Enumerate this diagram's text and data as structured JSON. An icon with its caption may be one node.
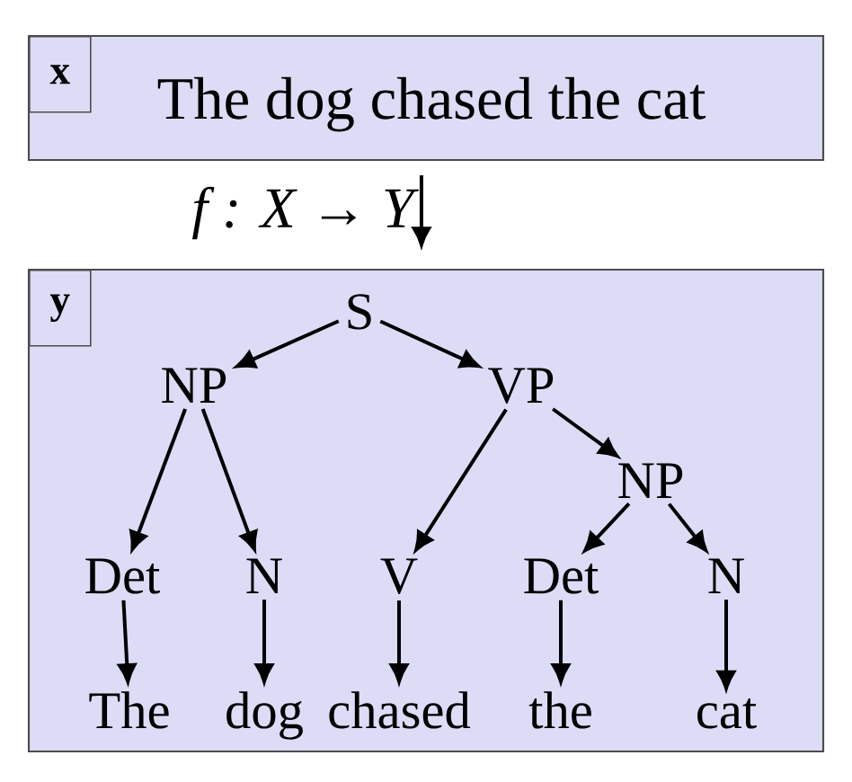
{
  "diagram": {
    "nodes": [
      {
        "text": [
          "x",
          "The dog chased the cat"
        ]
      },
      {
        "text": [
          "y"
        ]
      },
      {
        "text": [
          "S"
        ],
        "in": 1
      },
      {
        "text": [
          "NP"
        ],
        "in": 1
      },
      {
        "text": [
          "VP"
        ],
        "in": 1
      },
      {
        "text": [
          "NP"
        ],
        "in": 1
      },
      {
        "text": [
          "Det"
        ],
        "in": 1
      },
      {
        "text": [
          "N"
        ],
        "in": 1
      },
      {
        "text": [
          "V"
        ],
        "in": 1
      },
      {
        "text": [
          "Det"
        ],
        "in": 1
      },
      {
        "text": [
          "N"
        ],
        "in": 1
      },
      {
        "text": [
          "The"
        ],
        "in": 1
      },
      {
        "text": [
          "dog"
        ],
        "in": 1
      },
      {
        "text": [
          "chased"
        ],
        "in": 1
      },
      {
        "text": [
          "the"
        ],
        "in": 1
      },
      {
        "text": [
          "cat"
        ],
        "in": 1
      }
    ],
    "edges": [
      {
        "from": 0,
        "to": 1,
        "arrow": "to",
        "label": "f : X → Y"
      },
      {
        "from": 2,
        "to": 3,
        "arrow": "to"
      },
      {
        "from": 2,
        "to": 4,
        "arrow": "to"
      },
      {
        "from": 3,
        "to": 6,
        "arrow": "to"
      },
      {
        "from": 3,
        "to": 7,
        "arrow": "to"
      },
      {
        "from": 4,
        "to": 8,
        "arrow": "to"
      },
      {
        "from": 4,
        "to": 5,
        "arrow": "to"
      },
      {
        "from": 5,
        "to": 9,
        "arrow": "to"
      },
      {
        "from": 5,
        "to": 10,
        "arrow": "to"
      },
      {
        "from": 6,
        "to": 11,
        "arrow": "to"
      },
      {
        "from": 7,
        "to": 12,
        "arrow": "to"
      },
      {
        "from": 8,
        "to": 13,
        "arrow": "to"
      },
      {
        "from": 9,
        "to": 14,
        "arrow": "to"
      },
      {
        "from": 10,
        "to": 15,
        "arrow": "to"
      }
    ]
  }
}
